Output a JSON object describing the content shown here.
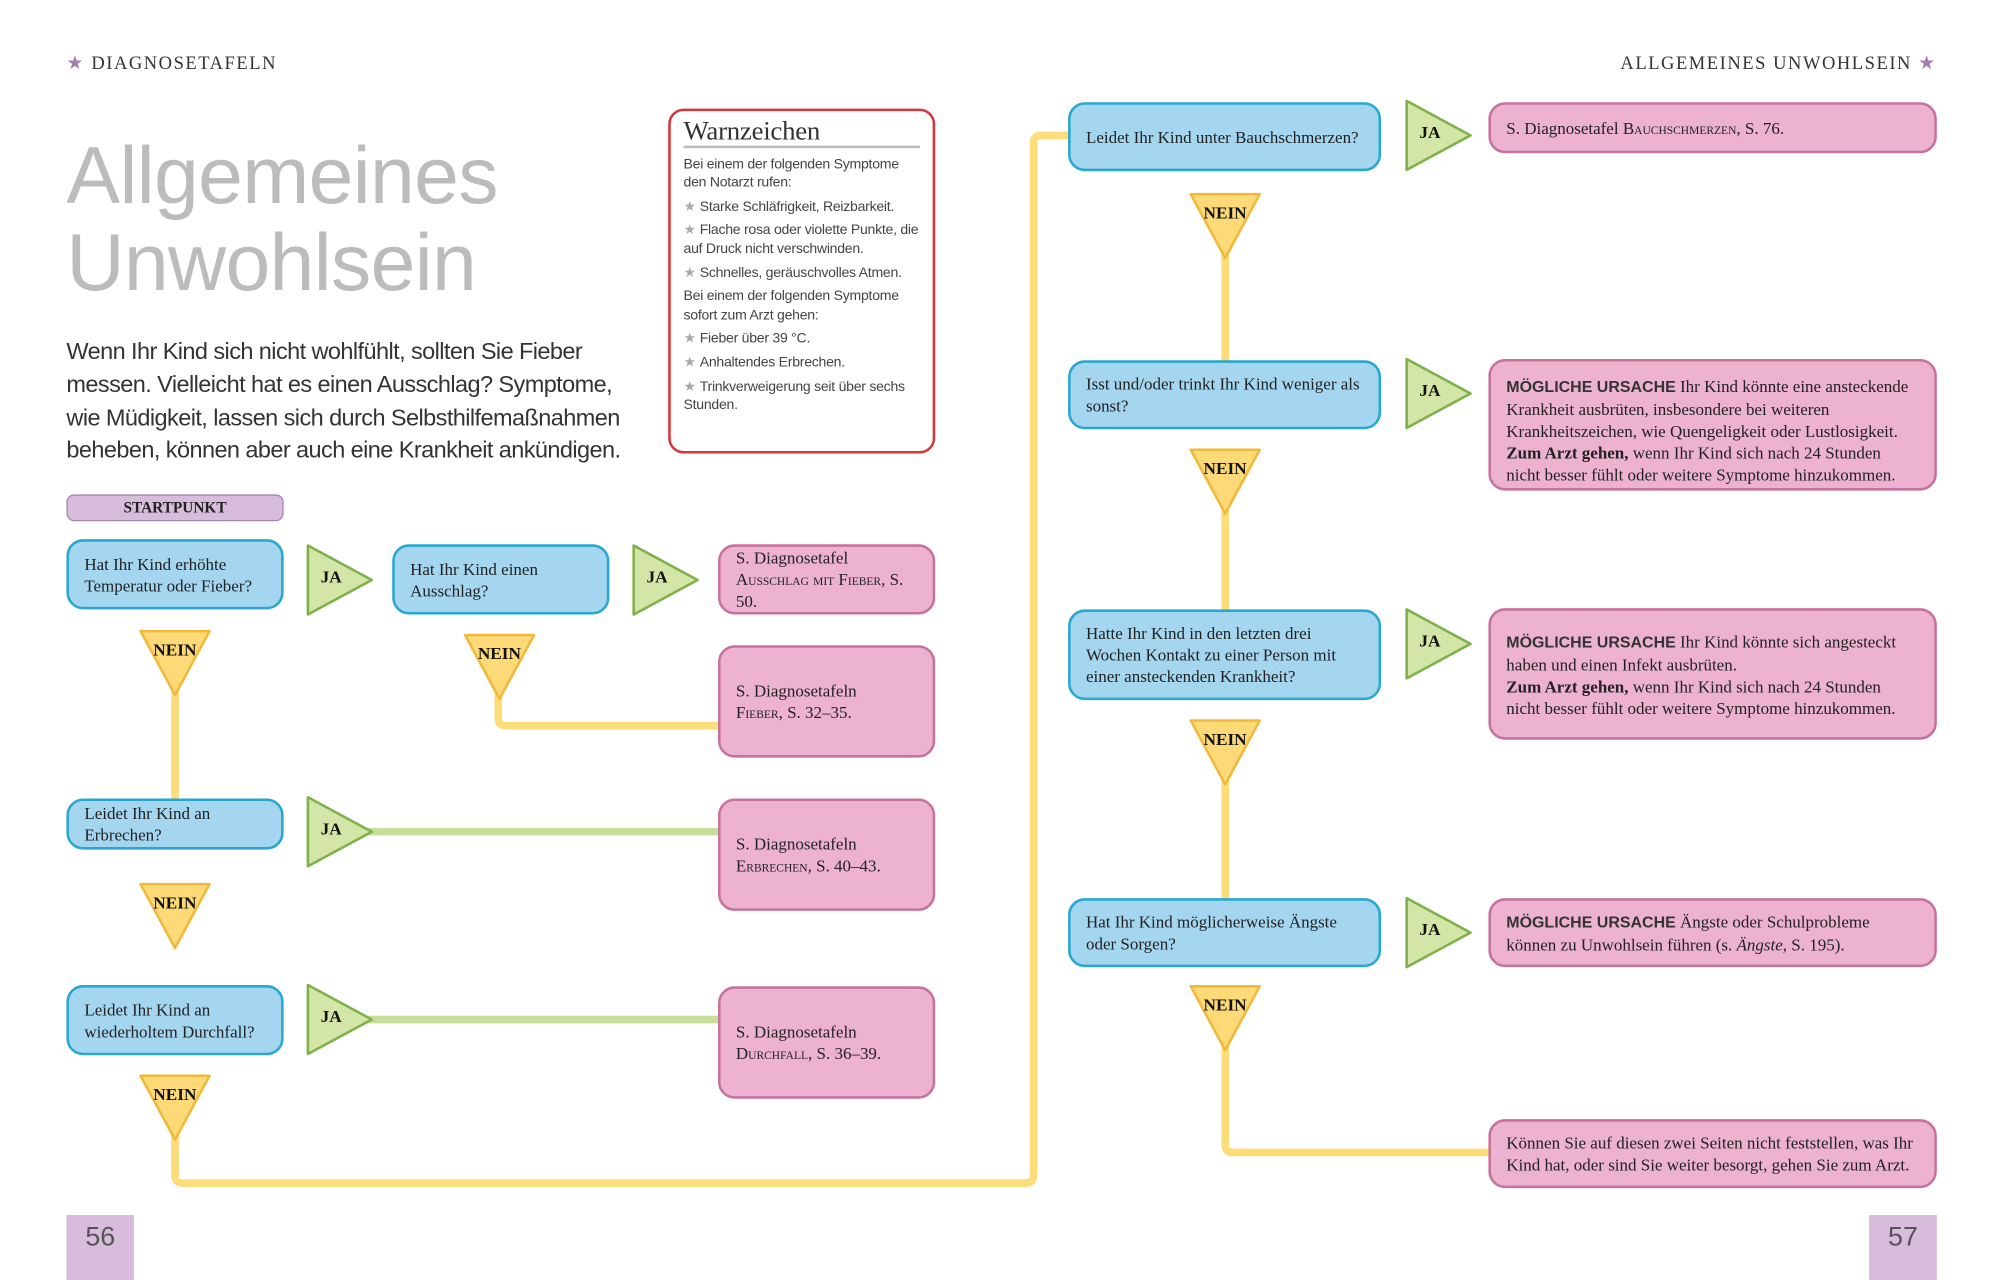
{
  "header": {
    "left": "DIAGNOSETAFELN",
    "right": "ALLGEMEINES UNWOHLSEIN",
    "star_color": "#a57db3"
  },
  "title": {
    "line1": "Allgemeines",
    "line2": "Unwohlsein"
  },
  "intro": [
    "Wenn Ihr Kind sich nicht wohlfühlt, sollten Sie Fieber",
    "messen. Vielleicht hat es einen Ausschlag? Symptome,",
    "wie Müdigkeit, lassen sich durch Selbsthilfemaßnahmen",
    "beheben, können aber auch eine Krankheit ankündigen."
  ],
  "warn": {
    "title": "Warnzeichen",
    "intro1": "Bei einem der folgenden Symptome den Notarzt rufen:",
    "items1": [
      "Starke Schläfrigkeit, Reizbarkeit.",
      "Flache rosa oder violette Punkte, die auf Druck nicht verschwinden.",
      "Schnelles, geräuschvolles Atmen."
    ],
    "intro2": "Bei einem der folgenden Symptome sofort zum Arzt gehen:",
    "items2": [
      "Fieber über 39 °C.",
      "Anhaltendes Erbrechen.",
      "Trinkverweigerung seit über sechs Stunden."
    ]
  },
  "flow": {
    "start": "STARTPUNKT",
    "yes": "JA",
    "no": "NEIN",
    "questions": [
      "Hat Ihr Kind erhöhte Temperatur oder Fieber?",
      "Hat Ihr Kind einen Ausschlag?",
      "Leidet Ihr Kind an Erbrechen?",
      "Leidet Ihr Kind an wiederholtem Durchfall?",
      "Leidet Ihr Kind unter Bauchschmerzen?",
      "Isst und/oder trinkt Ihr Kind weniger als sonst?",
      "Hatte Ihr Kind in den letzten drei Wochen Kontakt zu einer Person mit einer ansteckenden Krankheit?",
      "Hat Ihr Kind möglicherweise Ängste oder Sorgen?"
    ],
    "refs": [
      {
        "pre": "S. Diagnosetafel ",
        "sc": "Ausschlag mit Fieber",
        "post": ", S. 50."
      },
      {
        "pre": "S. Diagnosetafeln ",
        "sc": "Fieber",
        "post": ", S. 32–35."
      },
      {
        "pre": "S. Diagnosetafeln ",
        "sc": "Erbrechen",
        "post": ", S. 40–43."
      },
      {
        "pre": "S. Diagnosetafeln ",
        "sc": "Durchfall",
        "post": ", S. 36–39."
      },
      {
        "pre": "S. Diagnosetafel ",
        "sc": "Bauchschmerzen",
        "post": ", S. 76."
      }
    ],
    "causes": [
      {
        "label": "MÖGLICHE URSACHE",
        "text": " Ihr Kind könnte eine ansteckende Krankheit ausbrüten, insbesondere bei weiteren Krankheitszeichen, wie Quengeligkeit oder Lustlosigkeit.",
        "bold": "Zum Arzt gehen,",
        "rest": " wenn Ihr Kind sich nach 24 Stunden nicht besser fühlt oder weitere Symptome hinzukommen."
      },
      {
        "label": "MÖGLICHE URSACHE",
        "text": " Ihr Kind könnte sich angesteckt haben und einen Infekt ausbrüten.",
        "bold": "Zum Arzt gehen,",
        "rest": " wenn Ihr Kind sich nach 24 Stunden nicht besser fühlt oder weitere Symptome hinzukommen."
      },
      {
        "label": "MÖGLICHE URSACHE",
        "text": " Ängste oder Schulprobleme können zu Unwohlsein führen (s. ",
        "italic": "Ängste",
        "rest": ", S. 195)."
      }
    ],
    "final": "Können Sie auf diesen zwei Seiten nicht feststellen, was Ihr Kind hat, oder sind Sie weiter besorgt, gehen Sie zum Arzt."
  },
  "pages": {
    "left": "56",
    "right": "57"
  },
  "colors": {
    "question": "#a4d6ef",
    "result": "#ecb2d0",
    "yes": "#d3e6a8",
    "no": "#fdd977",
    "start": "#d7bcdb",
    "warning_border": "#d8363b"
  }
}
